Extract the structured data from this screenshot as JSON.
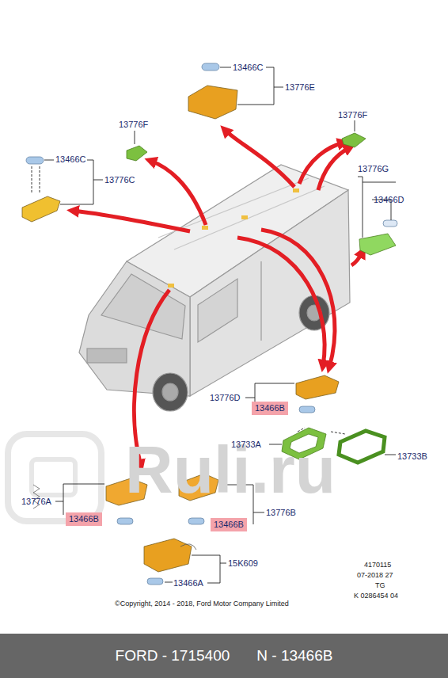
{
  "diagram": {
    "nodes": [
      {
        "text": [
          "13466B"
        ]
      },
      {
        "text": [
          "13466B"
        ]
      },
      {
        "text": [
          "13466B"
        ]
      },
      {
        "text": [
          "FORD - 1715400",
          "N - 13466B"
        ]
      }
    ],
    "labels": [
      "13466C",
      "13776E",
      "13776F",
      "13776F",
      "13466C",
      "13776C",
      "13776G",
      "13466D",
      "13776D",
      "13733A",
      "13733B",
      "13776A",
      "13776B",
      "15K609",
      "13466A",
      "4170115",
      "07-2018 27",
      "TG",
      "K 0286454 04",
      "©Copyright, 2014 - 2018, Ford Motor Company Limited",
      "Ruli.ru"
    ]
  }
}
